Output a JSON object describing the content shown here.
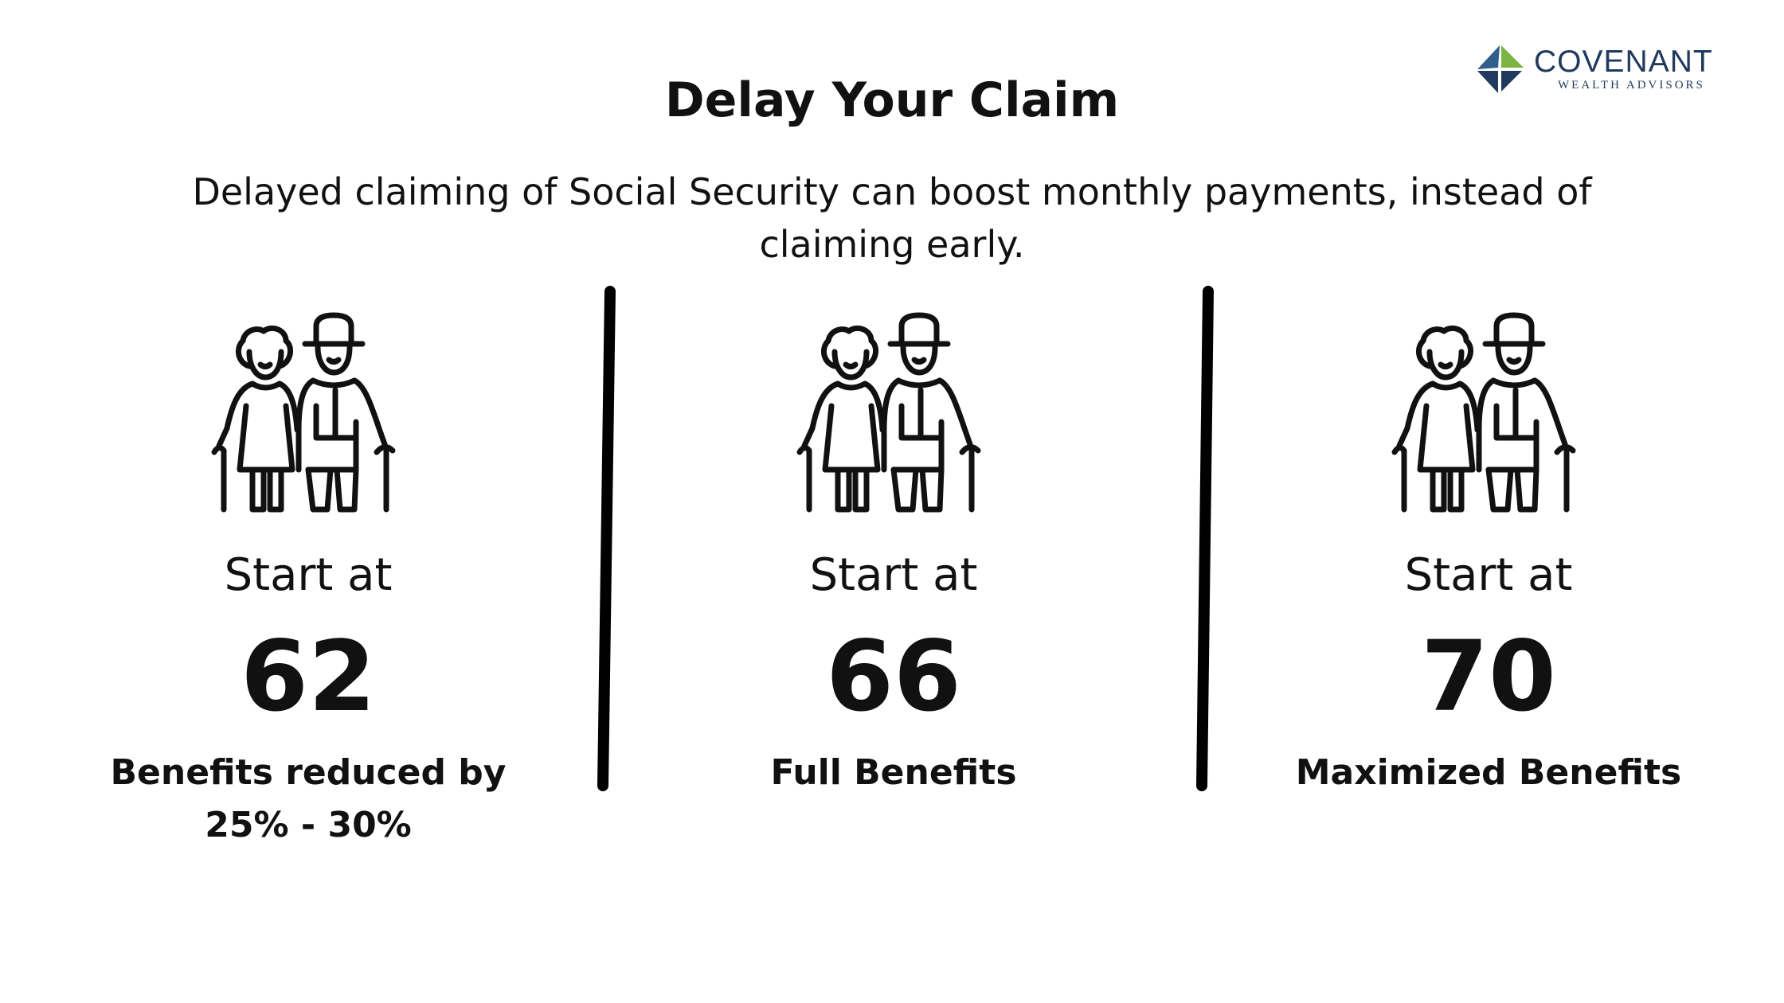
{
  "brand": {
    "name": "COVENANT",
    "tagline": "WEALTH ADVISORS",
    "colors": {
      "navy": "#1f3a5c",
      "green": "#7cb342",
      "blue": "#2f5f8a"
    }
  },
  "title": "Delay Your Claim",
  "subtitle": "Delayed claiming of Social Security can boost monthly payments, instead of claiming early.",
  "columns": [
    {
      "icon": "elderly-couple-icon",
      "start_label": "Start at",
      "age": "62",
      "benefit": "Benefits reduced by 25% - 30%"
    },
    {
      "icon": "elderly-couple-icon",
      "start_label": "Start at",
      "age": "66",
      "benefit": "Full Benefits"
    },
    {
      "icon": "elderly-couple-icon",
      "start_label": "Start at",
      "age": "70",
      "benefit": "Maximized Benefits"
    }
  ]
}
